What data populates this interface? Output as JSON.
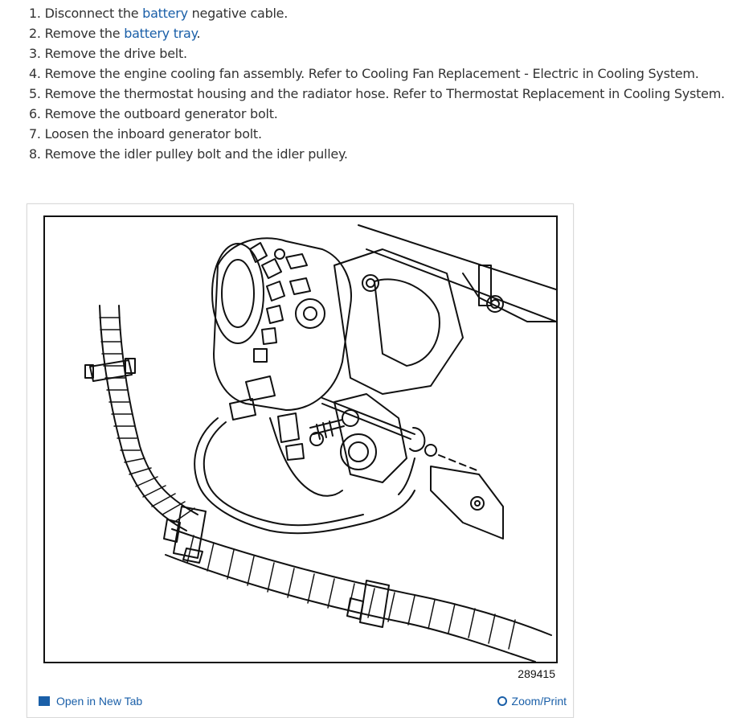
{
  "steps": [
    {
      "number": "1.",
      "before": "Disconnect the ",
      "link": "battery",
      "after": " negative cable."
    },
    {
      "number": "2.",
      "before": "Remove the ",
      "link": "battery tray",
      "after": "."
    },
    {
      "number": "3.",
      "text": "Remove the drive belt."
    },
    {
      "number": "4.",
      "text": "Remove the engine cooling fan assembly. Refer to Cooling Fan Replacement - Electric in Cooling System."
    },
    {
      "number": "5.",
      "text": "Remove the thermostat housing and the radiator hose. Refer to Thermostat Replacement in Cooling System."
    },
    {
      "number": "6.",
      "text": "Remove the outboard generator bolt."
    },
    {
      "number": "7.",
      "text": "Loosen the inboard generator bolt."
    },
    {
      "number": "8.",
      "text": "Remove the idler pulley bolt and the idler pulley."
    }
  ],
  "figure": {
    "code": "289415",
    "open_tab_label": "Open in New Tab",
    "zoom_print_label": "Zoom/Print"
  },
  "colors": {
    "text": "#333333",
    "link": "#1a5fa8",
    "line_art": "#111111"
  }
}
